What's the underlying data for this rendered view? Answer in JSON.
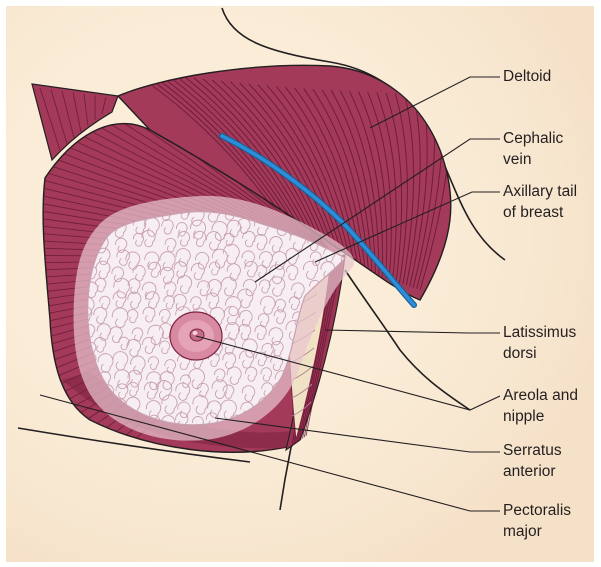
{
  "colors": {
    "background": "#fbecd3",
    "muscle": "#a33a5a",
    "muscle_dark": "#7e2140",
    "fiber": "#5e1430",
    "breast_tissue": "#f6eef2",
    "breast_outline": "#c9a0b0",
    "areola": "#d88aa3",
    "vein": "#2a8fd8",
    "leader_line": "#231f20"
  },
  "labels": [
    {
      "id": "deltoid",
      "lines": [
        "Deltoid"
      ]
    },
    {
      "id": "cephalic-vein",
      "lines": [
        "Cephalic",
        "vein"
      ]
    },
    {
      "id": "axillary-tail",
      "lines": [
        "Axillary tail",
        "of breast"
      ]
    },
    {
      "id": "latissimus-dorsi",
      "lines": [
        "Latissimus",
        "dorsi"
      ]
    },
    {
      "id": "areola-nipple",
      "lines": [
        "Areola and",
        "nipple"
      ]
    },
    {
      "id": "serratus-anterior",
      "lines": [
        "Serratus",
        "anterior"
      ]
    },
    {
      "id": "pectoralis-major",
      "lines": [
        "Pectoralis",
        "major"
      ]
    }
  ]
}
